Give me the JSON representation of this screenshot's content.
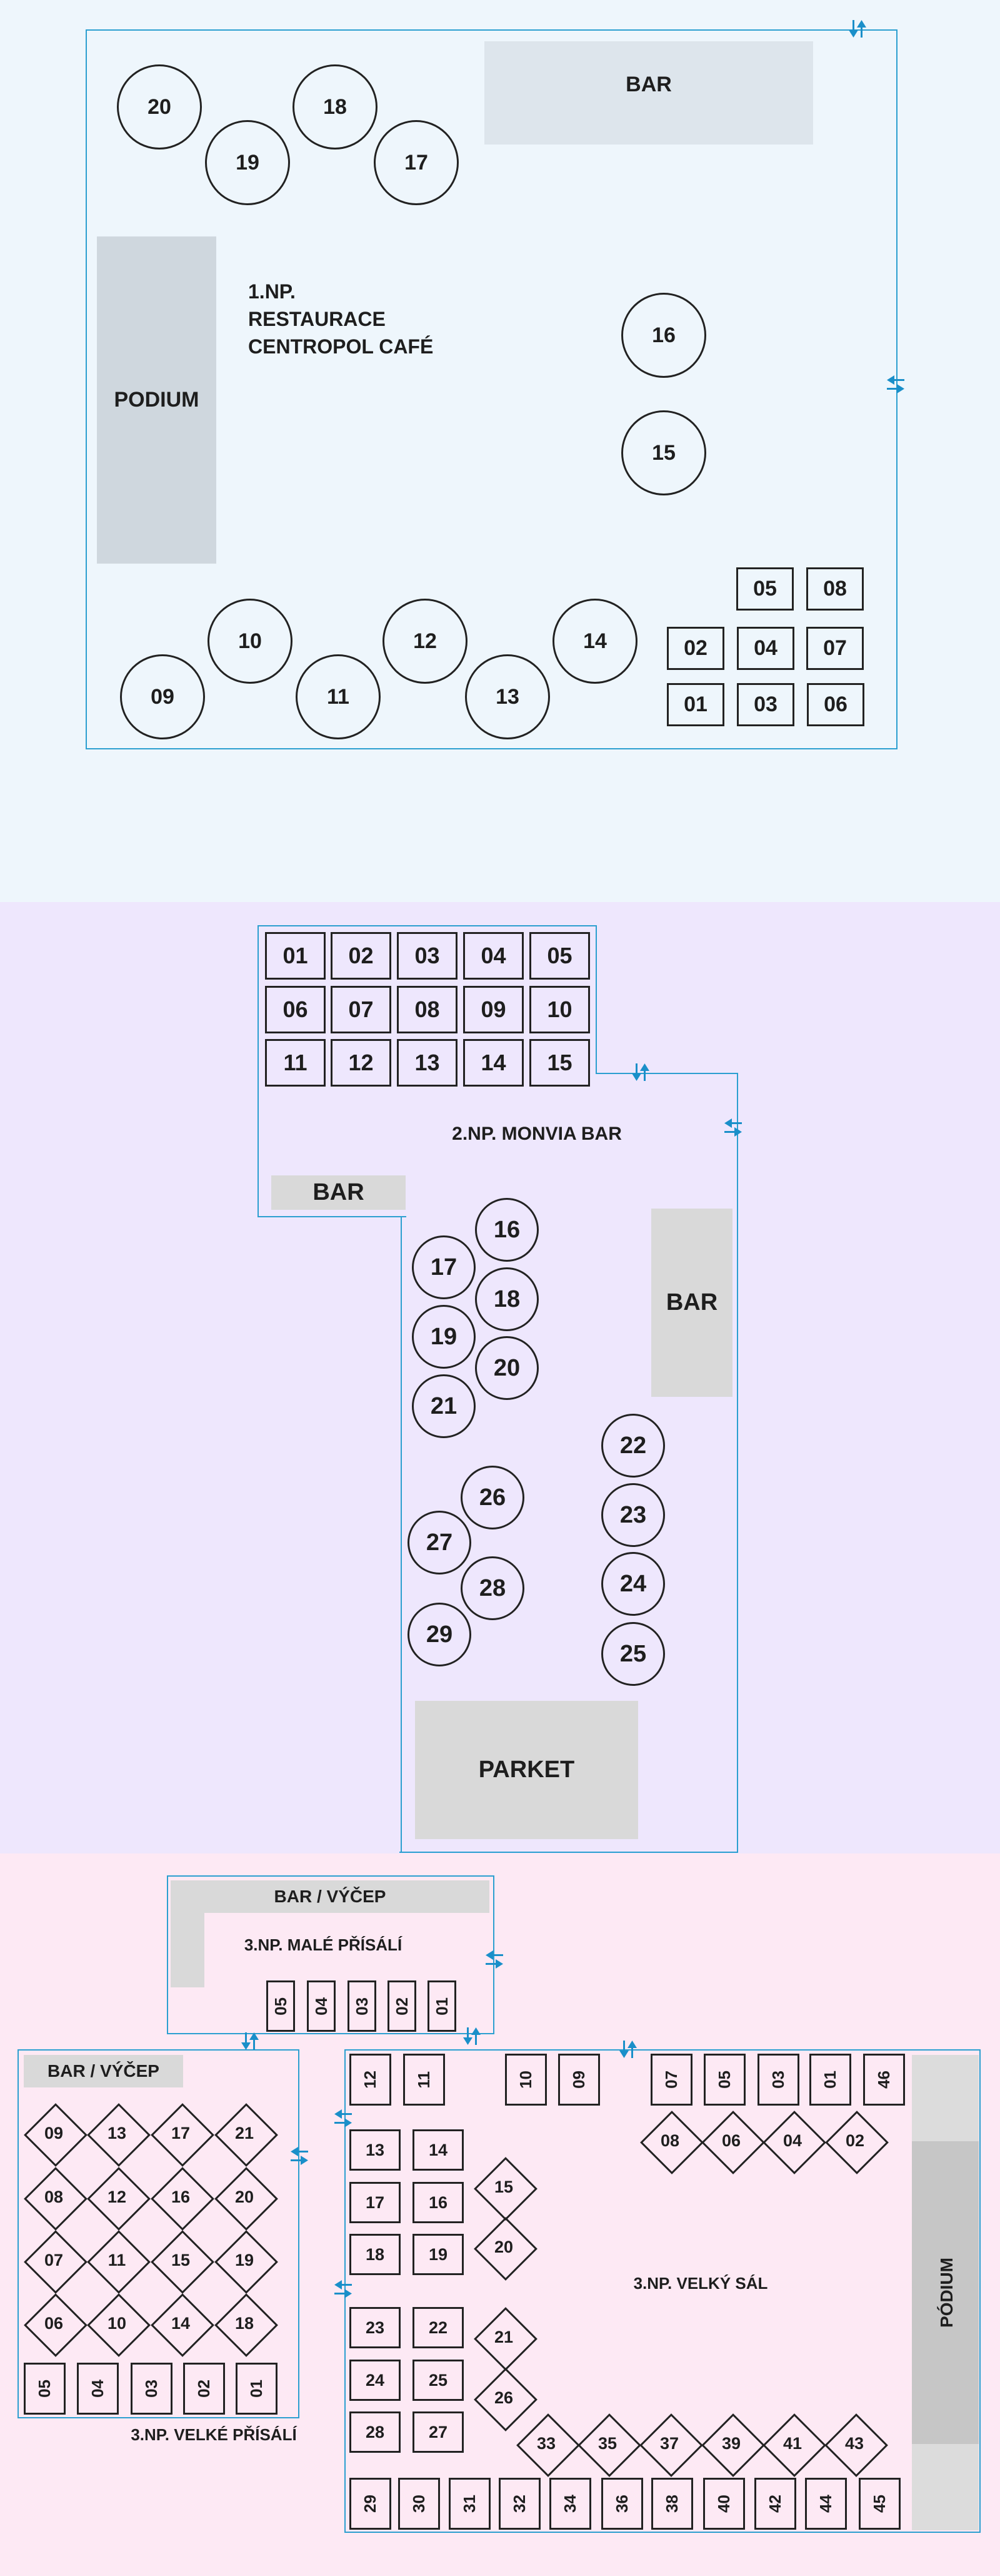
{
  "floor1": {
    "title_lines": [
      "1.NP.",
      "RESTAURACE",
      "CENTROPOL CAFÉ"
    ],
    "bar_label": "BAR",
    "podium_label": "PODIUM",
    "round_tables": [
      "20",
      "19",
      "18",
      "17",
      "16",
      "15",
      "10",
      "09",
      "11",
      "12",
      "13",
      "14"
    ],
    "square_tables": [
      "05",
      "08",
      "02",
      "04",
      "07",
      "01",
      "03",
      "06"
    ]
  },
  "floor2": {
    "title": "2.NP. MONVIA BAR",
    "bar_left_label": "BAR",
    "bar_right_label": "BAR",
    "parket_label": "PARKET",
    "square_tables": [
      "01",
      "02",
      "03",
      "04",
      "05",
      "06",
      "07",
      "08",
      "09",
      "10",
      "11",
      "12",
      "13",
      "14",
      "15"
    ],
    "round_tables": [
      "16",
      "17",
      "18",
      "19",
      "20",
      "21",
      "22",
      "23",
      "24",
      "25",
      "26",
      "27",
      "28",
      "29"
    ]
  },
  "floor3": {
    "small_room": {
      "bar_label": "BAR / VÝČEP",
      "title": "3.NP. MALÉ PŘÍSÁLÍ",
      "tables": [
        "05",
        "04",
        "03",
        "02",
        "01"
      ]
    },
    "large_room": {
      "bar_label": "BAR / VÝČEP",
      "title": "3.NP. VELKÉ PŘÍSÁLÍ",
      "diamond_tables": [
        "09",
        "13",
        "17",
        "21",
        "08",
        "12",
        "16",
        "20",
        "07",
        "11",
        "15",
        "19",
        "06",
        "10",
        "14",
        "18"
      ],
      "tables": [
        "05",
        "04",
        "03",
        "02",
        "01"
      ]
    },
    "hall": {
      "title": "3.NP. VELKÝ SÁL",
      "podium_label": "PÓDIUM",
      "top_tables": [
        "12",
        "11",
        "10",
        "09",
        "07",
        "05",
        "03",
        "01",
        "46"
      ],
      "top_diamonds": [
        "08",
        "06",
        "04",
        "02"
      ],
      "square_tables": [
        "13",
        "14",
        "17",
        "16",
        "18",
        "19",
        "23",
        "22",
        "24",
        "25",
        "28",
        "27"
      ],
      "side_diamonds": [
        "15",
        "20",
        "21",
        "26"
      ],
      "bottom_diamonds": [
        "33",
        "35",
        "37",
        "39",
        "41",
        "43"
      ],
      "bottom_tables": [
        "29",
        "30",
        "31",
        "32",
        "34",
        "36",
        "38",
        "40",
        "42",
        "44",
        "45"
      ]
    }
  },
  "colors": {
    "outline": "#2b9fd0",
    "arrow": "#1a8fc9",
    "table": "#222222"
  }
}
